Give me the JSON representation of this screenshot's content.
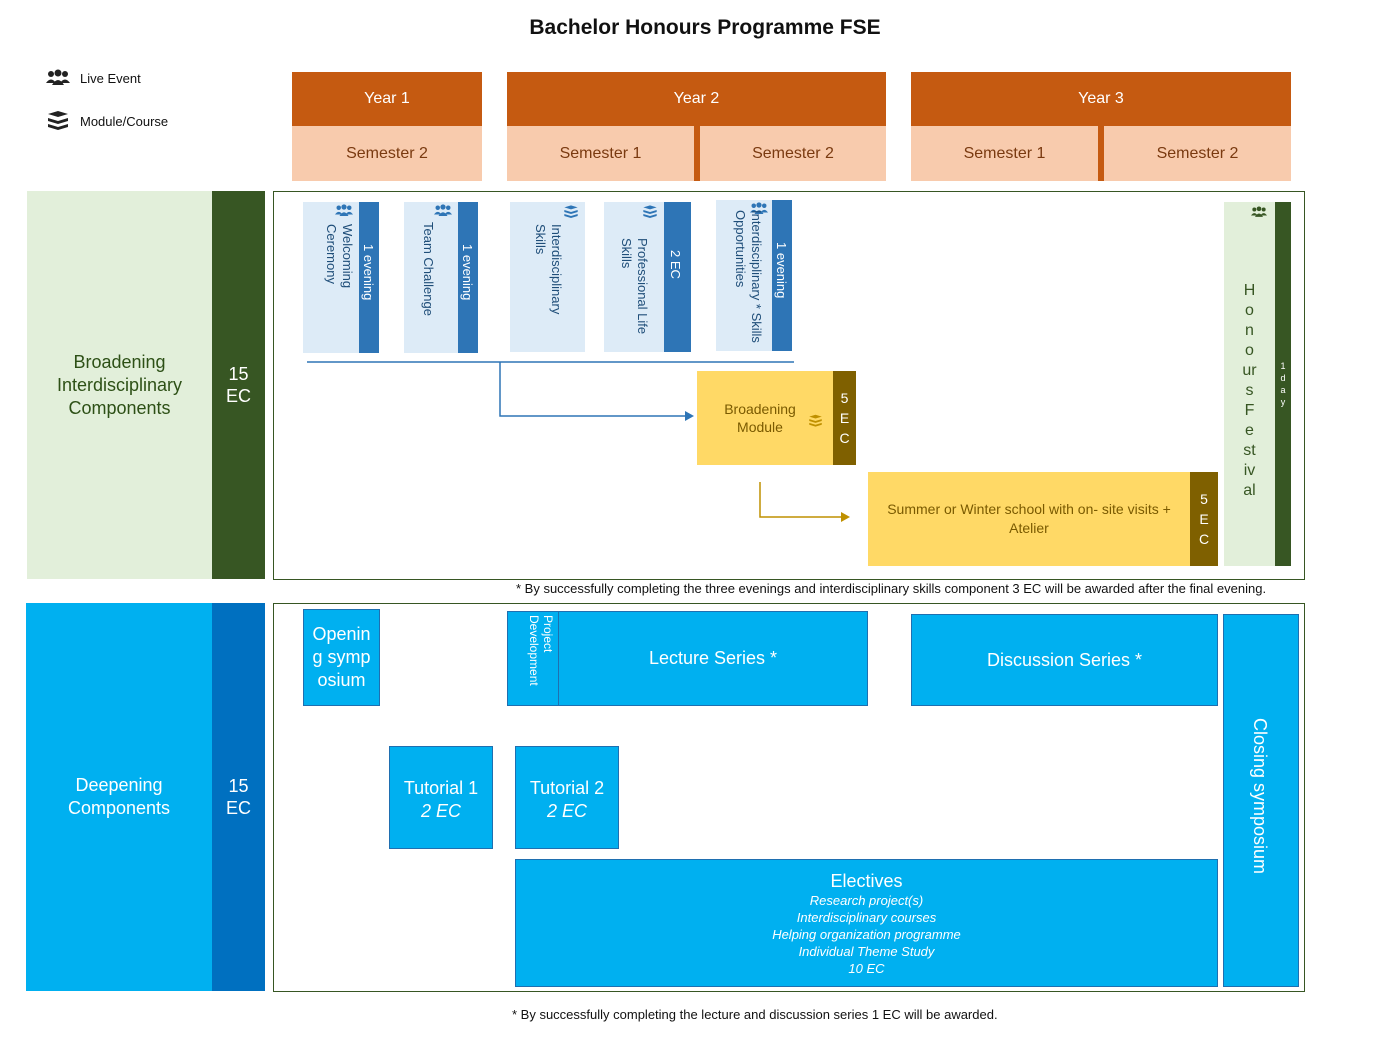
{
  "title": "Bachelor Honours Programme FSE",
  "legend": {
    "live_event": "Live Event",
    "module_course": "Module/Course",
    "live_icon": "people-icon",
    "module_icon": "books-icon"
  },
  "years": [
    {
      "label": "Year 1",
      "semesters": [
        "Semester 2"
      ]
    },
    {
      "label": "Year 2",
      "semesters": [
        "Semester 1",
        "Semester 2"
      ]
    },
    {
      "label": "Year 3",
      "semesters": [
        "Semester 1",
        "Semester 2"
      ]
    }
  ],
  "broadening": {
    "label": "Broadening Interdisciplinary Components",
    "ec": "15 EC",
    "cards": [
      {
        "title": "Welcoming Ceremony",
        "strip": "1 evening",
        "icon": "people-icon"
      },
      {
        "title": "Team Challenge",
        "strip": "1 evening",
        "icon": "people-icon"
      },
      {
        "title": "Interdisciplinary Skills",
        "strip": "",
        "icon": "books-icon"
      },
      {
        "title": "Professional Life Skills",
        "strip": "2 EC",
        "icon": "books-icon"
      },
      {
        "title": "Interdisciplinary * Skills Opportunities",
        "strip": "1 evening",
        "icon": "people-icon"
      }
    ],
    "module": {
      "title": "Broadening Module",
      "ec": "5 EC",
      "icon": "books-icon"
    },
    "school": {
      "title": "Summer or Winter school with on- site visits + Atelier",
      "ec": "5 EC"
    },
    "festival": {
      "title": "Honours Festival",
      "bar": "1 day",
      "icon": "people-icon"
    },
    "note": "* By successfully completing the three evenings and interdisciplinary skills component 3 EC will be awarded after the final evening."
  },
  "deepening": {
    "label": "Deepening Components",
    "ec": "15 EC",
    "opening": "Opening symposium",
    "project": "Project Development",
    "lecture": "Lecture Series *",
    "discussion": "Discussion Series *",
    "closing": "Closing symposium",
    "tutorial1": {
      "title": "Tutorial 1",
      "ec": "2 EC"
    },
    "tutorial2": {
      "title": "Tutorial 2",
      "ec": "2 EC"
    },
    "electives": {
      "title": "Electives",
      "items": [
        "Research project(s)",
        "Interdisciplinary courses",
        "Helping organization programme",
        "Individual Theme Study",
        "10 EC"
      ]
    },
    "note": "* By successfully completing the lecture and discussion series 1 EC will be awarded."
  },
  "colors": {
    "year": "#c55a11",
    "semester": "#f8cbad",
    "green_dark": "#375623",
    "green_light": "#e2efda",
    "card": "#ddebf7",
    "card_strip": "#2e75b6",
    "yellow": "#ffd966",
    "yellow_dark": "#7f6000",
    "blue": "#00b0f0",
    "blue_dark": "#0070c0"
  }
}
